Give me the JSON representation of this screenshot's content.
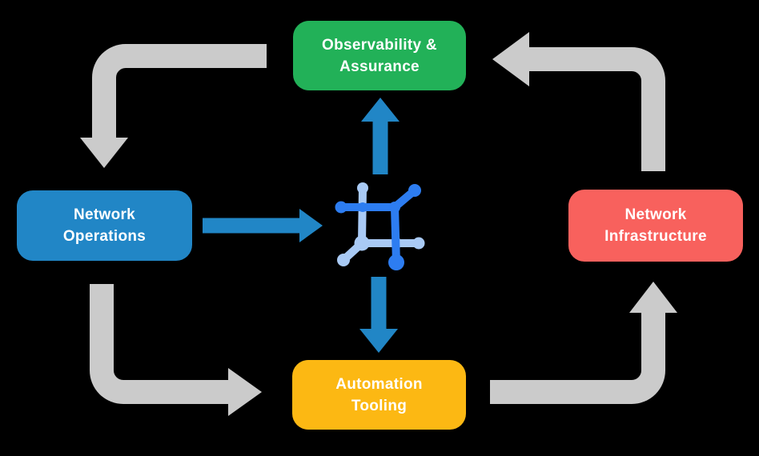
{
  "canvas": {
    "background": "#000000"
  },
  "palette": {
    "green": "#22B158",
    "blue": "#2186C6",
    "red": "#F8615D",
    "yellow": "#FCB813",
    "gray": "#CBCBCB",
    "icon_dark_blue": "#2D7DF1",
    "icon_light_blue": "#A9CAF5",
    "text": "#FFFFFF"
  },
  "nodes": {
    "observability": {
      "line1": "Observability &",
      "line2": "Assurance",
      "color": "#22B158"
    },
    "operations": {
      "line1": "Network",
      "line2": "Operations",
      "color": "#2186C6"
    },
    "infrastructure": {
      "line1": "Network",
      "line2": "Infrastructure",
      "color": "#F8615D"
    },
    "automation": {
      "line1": "Automation",
      "line2": "Tooling",
      "color": "#FCB813"
    }
  },
  "icon": {
    "name": "network-mesh-icon"
  },
  "flows": [
    {
      "from": "Observability & Assurance",
      "to": "Network Operations",
      "style": "gray-elbow-arrow"
    },
    {
      "from": "Network Operations",
      "to": "Automation Tooling",
      "style": "gray-elbow-arrow"
    },
    {
      "from": "Automation Tooling",
      "to": "Network Infrastructure",
      "style": "gray-elbow-arrow"
    },
    {
      "from": "Network Infrastructure",
      "to": "Observability & Assurance",
      "style": "gray-elbow-arrow"
    },
    {
      "from": "Network Operations",
      "to": "network-mesh-icon",
      "style": "blue-straight-arrow"
    },
    {
      "from": "network-mesh-icon",
      "to": "Observability & Assurance",
      "style": "blue-straight-arrow"
    },
    {
      "from": "network-mesh-icon",
      "to": "Automation Tooling",
      "style": "blue-straight-arrow"
    }
  ]
}
